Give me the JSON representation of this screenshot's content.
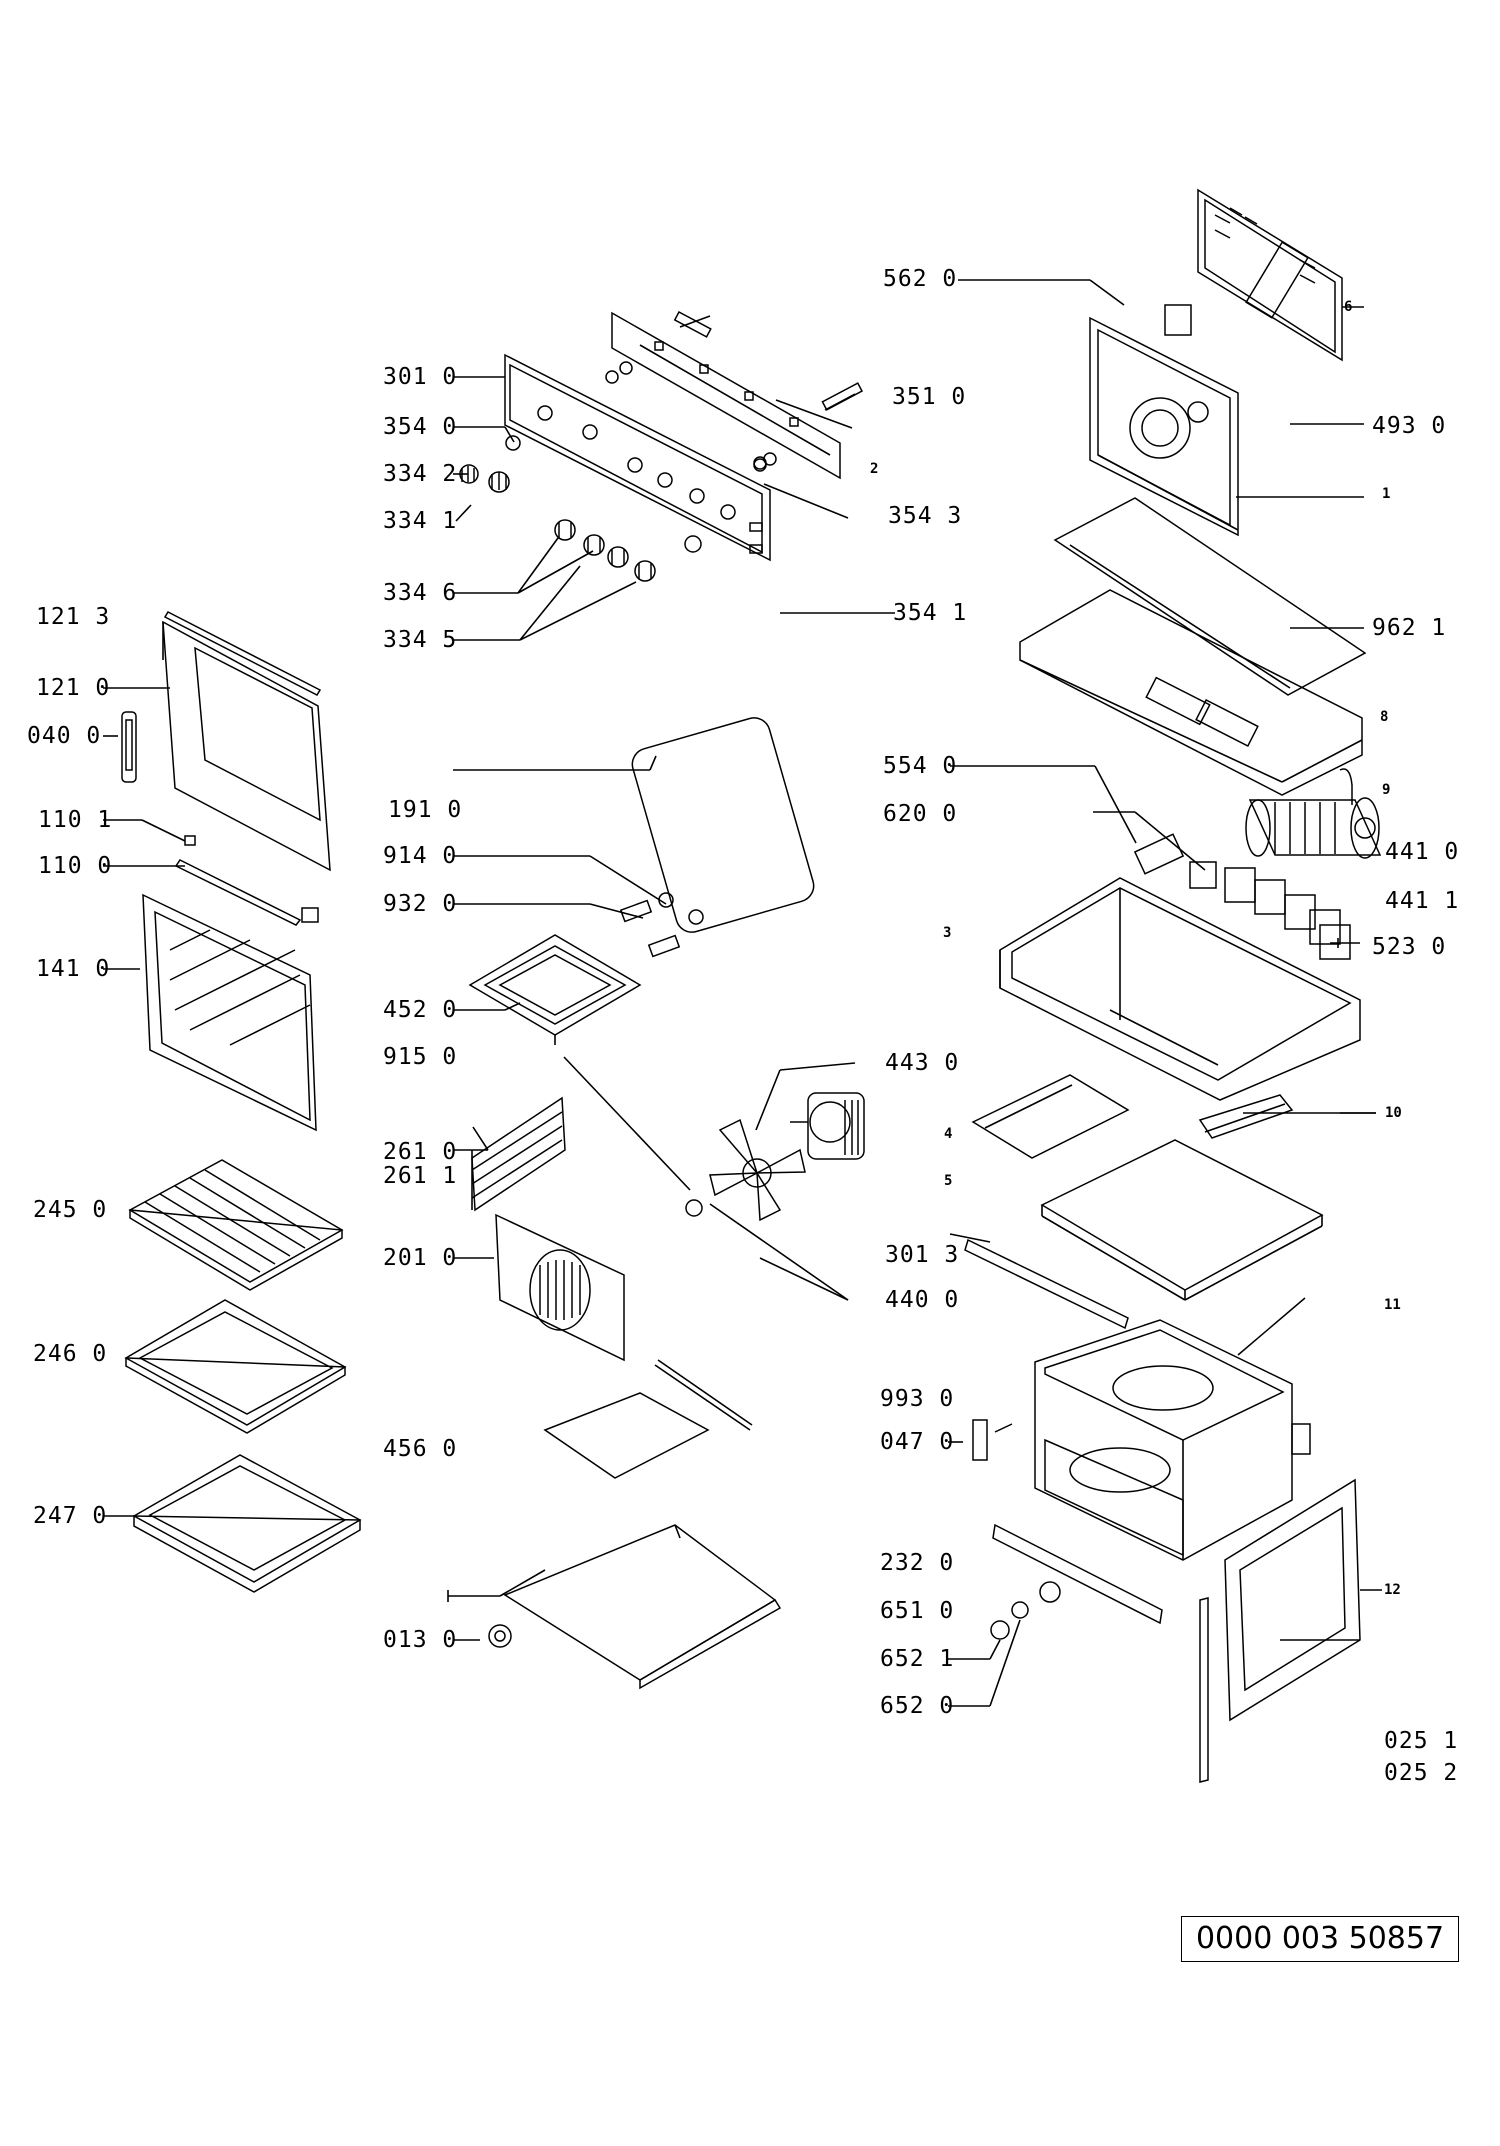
{
  "labels": {
    "l_5620": "562 0",
    "l_3010": "301 0",
    "l_3510": "351 0",
    "l_3540": "354 0",
    "l_4930": "493 0",
    "l_3342": "334 2",
    "l_3341": "334 1",
    "l_3543": "354 3",
    "l_3346": "334 6",
    "l_3345": "334 5",
    "l_3541": "354 1",
    "l_9621": "962 1",
    "l_1213": "121 3",
    "l_1210": "121 0",
    "l_0400": "040 0",
    "l_1910": "191 0",
    "l_5540": "554 0",
    "l_6200": "620 0",
    "l_1101": "110 1",
    "l_1100": "110 0",
    "l_9140": "914 0",
    "l_4410": "441 0",
    "l_9320": "932 0",
    "l_4411": "441 1",
    "l_1410": "141 0",
    "l_5230": "523 0",
    "l_4520": "452 0",
    "l_9150": "915 0",
    "l_4430": "443 0",
    "l_2610": "261 0",
    "l_2611": "261 1",
    "l_2450": "245 0",
    "l_3013": "301 3",
    "l_2010": "201 0",
    "l_4400": "440 0",
    "l_2460": "246 0",
    "l_9930": "993 0",
    "l_0470": "047 0",
    "l_4560": "456 0",
    "l_2470": "247 0",
    "l_2320": "232 0",
    "l_6510": "651 0",
    "l_0130": "013 0",
    "l_6521": "652 1",
    "l_6520": "652 0",
    "l_0251": "025 1",
    "l_0252": "025 2"
  },
  "small_labels": {
    "s_6": "6",
    "s_2": "2",
    "s_1": "1",
    "s_8": "8",
    "s_9": "9",
    "s_3": "3",
    "s_10": "10",
    "s_4": "4",
    "s_5": "5",
    "s_11": "11",
    "s_12": "12"
  },
  "document_number": "0000 003 50857"
}
